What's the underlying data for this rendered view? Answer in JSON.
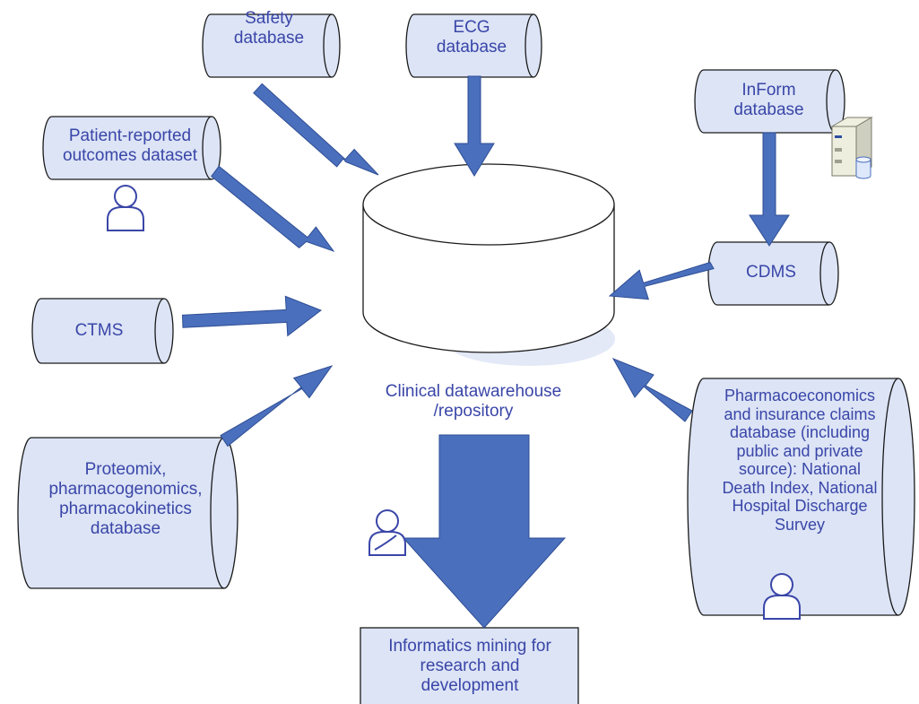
{
  "colors": {
    "accent": "#4a6fbd",
    "label_text": "#3a46a8",
    "node_fill": "#dce4f6",
    "node_stroke": "#1a1a1a",
    "shadow": "#e3e9f7"
  },
  "nodes": {
    "safety": {
      "lines": [
        "Safety",
        "database"
      ]
    },
    "ecg": {
      "lines": [
        "ECG",
        "database"
      ]
    },
    "inform": {
      "lines": [
        "InForm",
        "database"
      ]
    },
    "patient": {
      "lines": [
        "Patient-reported",
        "outcomes dataset"
      ]
    },
    "cdms": {
      "lines": [
        "CDMS"
      ]
    },
    "ctms": {
      "lines": [
        "CTMS"
      ]
    },
    "proteomix": {
      "lines": [
        "Proteomix,",
        "pharmacogenomics,",
        "pharmacokinetics",
        "database"
      ]
    },
    "pharmaco": {
      "lines": [
        "Pharmacoeconomics",
        "and insurance claims",
        "database (including",
        "public and private",
        "source): National",
        "Death Index, National",
        "Hospital Discharge",
        "Survey"
      ]
    },
    "warehouse": {
      "lines": [
        "Clinical datawarehouse",
        "/repository"
      ]
    },
    "informatics": {
      "lines": [
        "Informatics mining for",
        "research and",
        "development"
      ]
    }
  },
  "icons": [
    "user-icon",
    "server-icon",
    "database-icon"
  ]
}
